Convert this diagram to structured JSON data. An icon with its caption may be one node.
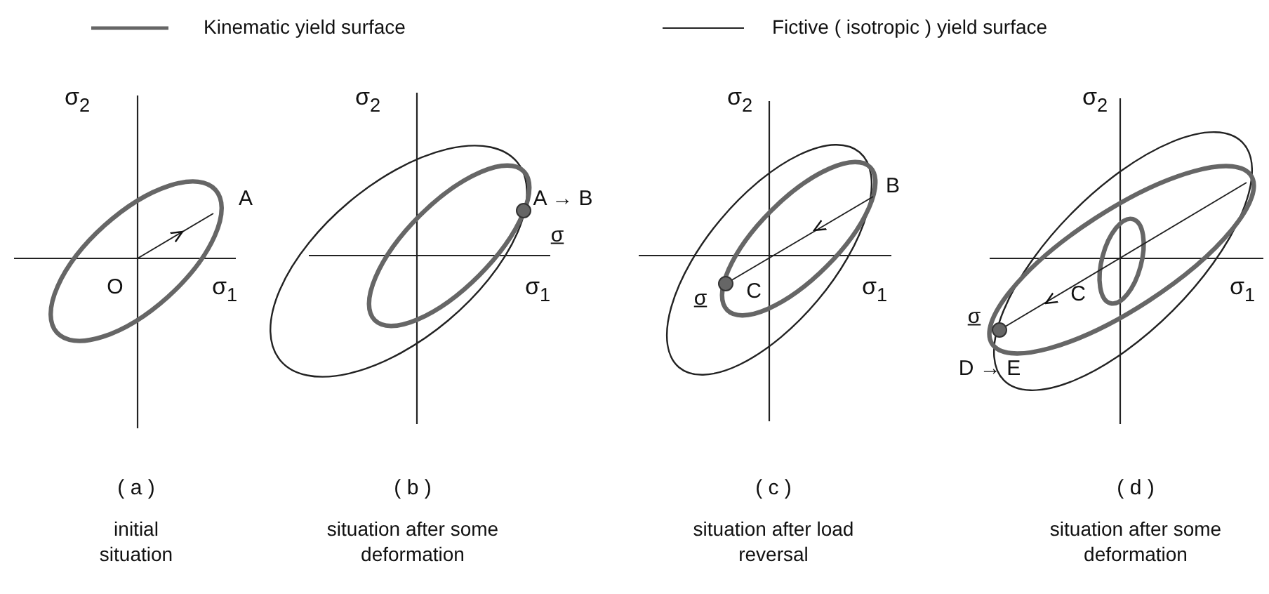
{
  "diagram": {
    "labels": [
      "σ$_{2}$",
      "A",
      "O",
      "σ$_{1}$",
      "σ$_{2}$",
      "A → B",
      "σ",
      "σ$_{1}$",
      "σ$_{2}$",
      "B",
      "σ",
      "C",
      "σ$_{1}$",
      "σ$_{2}$",
      "C",
      "σ$_{1}$",
      "σ",
      "D → E",
      "( a )",
      "( b )",
      "( c )",
      "( d )",
      "initial situation",
      "situation after some deformation",
      "situation after load reversal",
      "situation after some deformation"
    ],
    "legend": [
      {
        "text": "Kinematic yield surface"
      },
      {
        "text": "Fictive ( isotropic ) yield surface"
      }
    ]
  }
}
